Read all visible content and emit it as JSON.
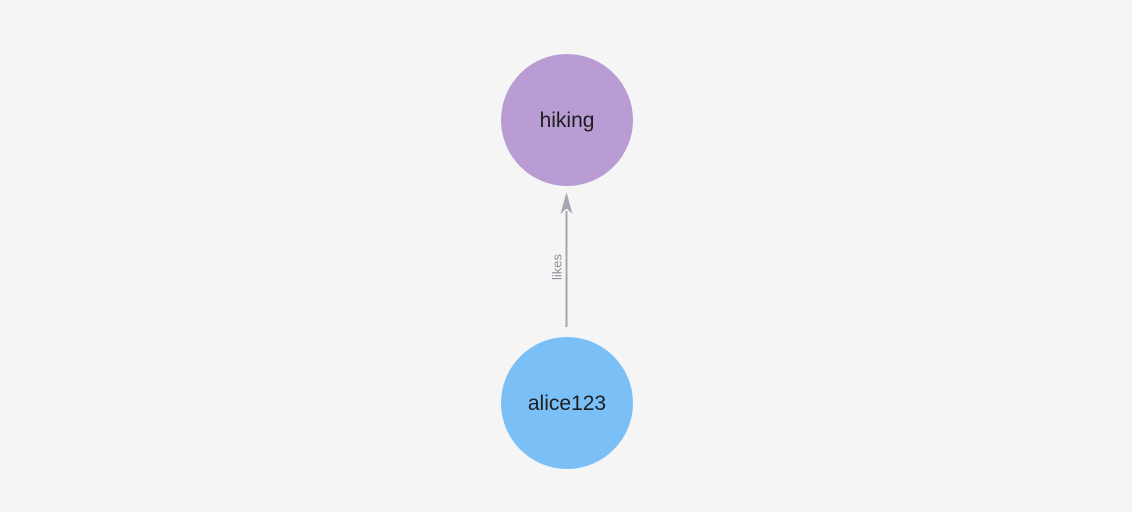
{
  "canvas": {
    "background_color": "#f5f5f6"
  },
  "graph": {
    "nodes": [
      {
        "id": "hiking",
        "label": "hiking",
        "color": "#b89cd3",
        "text_color": "#1d1e20"
      },
      {
        "id": "alice123",
        "label": "alice123",
        "color": "#7bbff7",
        "text_color": "#1d1e20"
      }
    ],
    "edges": [
      {
        "label": "likes",
        "from": "alice123",
        "to": "hiking",
        "direction": "up",
        "color": "#a5a8b0",
        "label_color": "#8d919a"
      }
    ]
  }
}
